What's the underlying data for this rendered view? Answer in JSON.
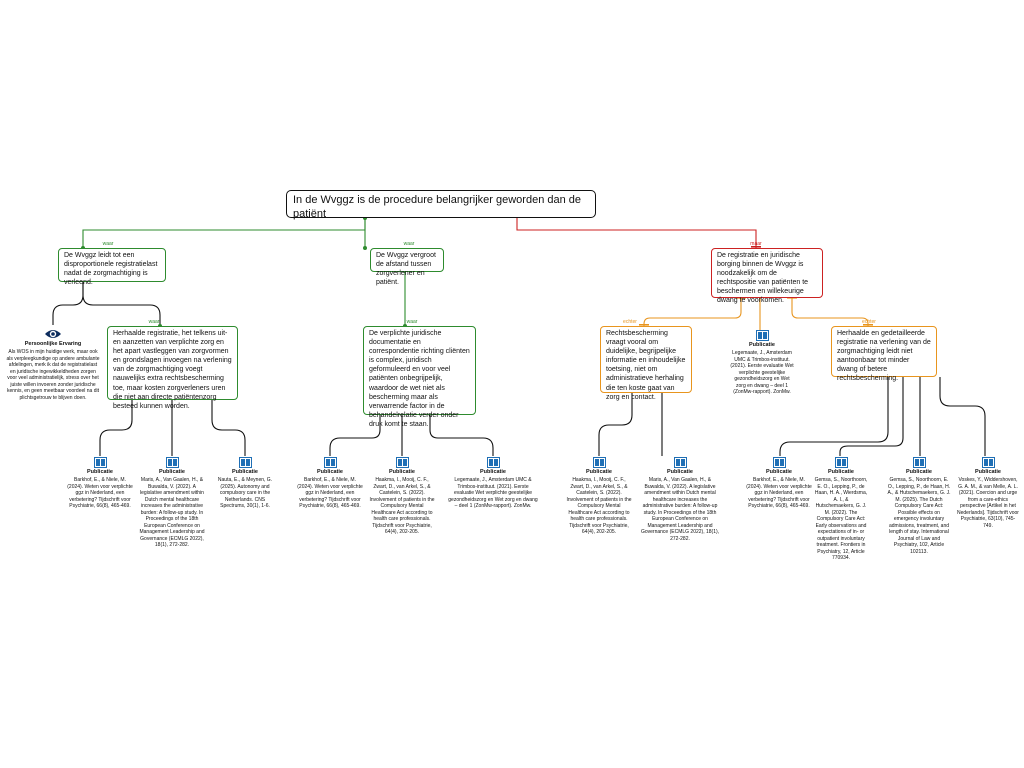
{
  "root": {
    "title": "In de Wvggz is de procedure belangrijker geworden dan de patiënt"
  },
  "tags": {
    "waar": "waar",
    "maar": "maar",
    "echter": "echter"
  },
  "branches": {
    "b1": "De Wvggz leidt tot een disproportionele registratielast nadat de zorgmachtiging is verleend.",
    "b2": "De Wvggz vergroot de afstand tussen zorgverlener en patiënt.",
    "b3": "De registratie en juridische borging binnen de Wvggz is noodzakelijk om de rechtspositie van patiënten te beschermen en willekeurige dwang te voorkomen."
  },
  "subs": {
    "s1": "Herhaalde registratie, het telkens uit-en aanzetten van verplichte zorg en het apart vastleggen van zorgvormen en grondslagen invoegen na verlening van de zorgmachtiging voegt nauwelijks extra rechtsbescherming toe, maar kosten zorgverleners uren die niet aan directe patiëntenzorg besteed kunnen worden.",
    "s2": "De verplichte juridische documentatie en correspondentie richting cliënten is complex, juridisch geformuleerd en voor veel patiënten onbegrijpelijk, waardoor de wet niet als bescherming maar als verwarrende factor in de behandelrelatie verder onder druk komt te staan.",
    "s3": "Rechtsbescherming vraagt vooral om duidelijke, begrijpelijke informatie en inhoudelijke toetsing, niet om administratieve herhaling die ten koste gaat van zorg en contact.",
    "s4": "Herhaalde en gedetailleerde registratie na verlening van de zorgmachtiging leidt niet aantoonbaar tot minder dwang of betere rechtsbescherming."
  },
  "experience": {
    "title": "Persoonlijke Ervaring",
    "text": "Als WOS in mijn huidige werk, maar ook als verpleegkundige op andere ambulante afdelingen, merk ik dat de registratielast en juridische ingewikkeldheden zorgen voor veel administratielijk, stress over het juiste willen invoeren zonder juridische kennis, en geen meetbaar voordeel na dit plichtsgetrouw te blijven doen."
  },
  "pub_label": "Publicatie",
  "publications": {
    "p1": "Barkhof, E., & Niele, M. (2024). Weten voor verplichte ggz in Nederland, een verbetering? Tijdschrift voor Psychiatrie, 66(8), 465-469.",
    "p2": "Maris, A., Van Gaalen, H., & Buwalda, V. (2022). A legislative amendment within Dutch mental healthcare increases the administrative burden: A follow-up study. In Proceedings of the 18th European Conference on Management Leadership and Governance (ECMLG 2022), 18(1), 272-282.",
    "p3": "Nauta, E., & Meynen, G. (2025). Autonomy and compulsory care in the Netherlands. CNS Spectrums, 30(1), 1-6.",
    "p4": "Barkhof, E., & Niele, M. (2024). Weten voor verplichte ggz in Nederland, een verbetering? Tijdschrift voor Psychiatrie, 66(8), 465-469.",
    "p5": "Haakma, I., Mooij, C. F., Zwart, D., van Arkel, S., & Castelein, S. (2022). Involvement of patients in the Compulsory Mental Healthcare Act according to health care professionals. Tijdschrift voor Psychiatrie, 64(4), 202-205.",
    "p6": "Legemaate, J., Amsterdam UMC & Trimbos-instituut. (2021). Eerste evaluatie Wet verplichte geestelijke gezondheidszorg en Wet zorg en dwang – deel 1 (ZonMw-rapport). ZonMw.",
    "p7": "Haakma, I., Mooij, C. F., Zwart, D., van Arkel, S., & Castelein, S. (2022). Involvement of patients in the Compulsory Mental Healthcare Act according to health care professionals. Tijdschrift voor Psychiatrie, 64(4), 202-205.",
    "p8": "Maris, A., Van Gaalen, H., & Buwalda, V. (2022). A legislative amendment within Dutch mental healthcare increases the administrative burden: A follow-up study. In Proceedings of the 18th European Conference on Management Leadership and Governance (ECMLG 2022), 18(1), 272-282.",
    "p9": "Legemaate, J., Amsterdam UMC & Trimbos-instituut. (2021). Eerste evaluatie Wet verplichte geestelijke gezondheidszorg en Wet zorg en dwang – deel 1 (ZonMw-rapport). ZonMw.",
    "p10": "Barkhof, E., & Niele, M. (2024). Weten voor verplichte ggz in Nederland, een verbetering? Tijdschrift voor Psychiatrie, 66(8), 465-469.",
    "p11": "Gemsa, S., Noorthoorn, E. O., Lepping, P., de Haan, H. A., Wierdsma, A. I., & Hutschemaekers, G. J. M. (2022). The Compulsory Care Act: Early observations and expectations of in- or outpatient involuntary treatment. Frontiers in Psychiatry, 12, Article 770934.",
    "p12": "Gemsa, S., Noorthoorn, E. O., Lepping, P., de Haan, H. A., & Hutschemaekers, G. J. M. (2025). The Dutch Compulsory Care Act: Possible effects on emergency involuntary admissions, treatment, and length of stay. International Journal of Law and Psychiatry, 102, Article 102113.",
    "p13": "Voskes, Y., Widdershoven, G. A. M., & van Melle, A. L. (2021). Coercion and urge from a care-ethics perspective [Artikel in het Nederlands]. Tijdschrift voor Psychiatrie, 63(10), 745-749."
  },
  "colors": {
    "support": "#2e8b2e",
    "oppose": "#cc2222",
    "counter": "#e8951e",
    "pub_icon": "#1f6fb5",
    "eye": "#0d2d5e"
  }
}
